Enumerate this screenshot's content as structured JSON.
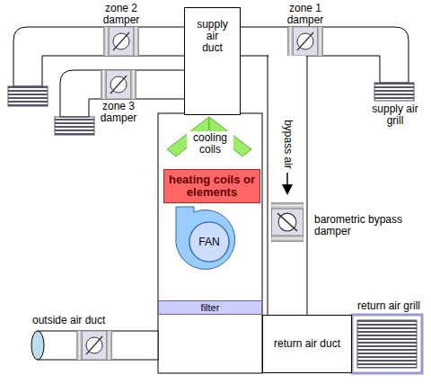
{
  "diagram": {
    "nodes": [
      {
        "text": [
          "supply air duct"
        ]
      },
      {
        "text": [
          "heating coils or elements"
        ]
      },
      {
        "text": [
          "FAN"
        ]
      },
      {
        "text": [
          "filter"
        ]
      },
      {
        "text": [
          "return air duct"
        ]
      }
    ],
    "labels": [
      "zone 2 damper",
      "zone 1 damper",
      "zone 3 damper",
      "cooling coils",
      "bypass air",
      "barometric bypass damper",
      "supply air grill",
      "outside air duct",
      "return air grill"
    ]
  }
}
